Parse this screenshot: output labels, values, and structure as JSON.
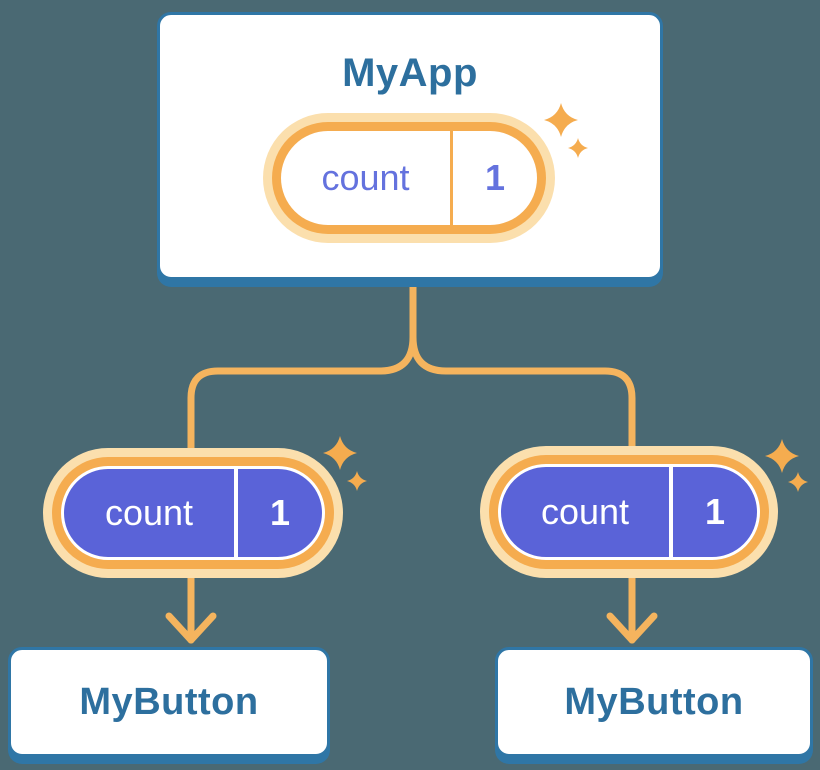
{
  "diagram": {
    "title_hint": "component tree with shared state",
    "root": {
      "title": "MyApp",
      "state": {
        "name": "count",
        "value": "1"
      }
    },
    "children": [
      {
        "title": "MyButton",
        "state": {
          "name": "count",
          "value": "1"
        }
      },
      {
        "title": "MyButton",
        "state": {
          "name": "count",
          "value": "1"
        }
      }
    ]
  },
  "icons": {
    "sparkles": "sparkles-icon",
    "arrow": "arrow-down-icon"
  },
  "colors": {
    "background": "#4A6973",
    "card_fill": "#FFFFFF",
    "card_border_blue": "#2F76A6",
    "title_text_blue": "#2D6F9E",
    "connector_orange": "#F5B45E",
    "ring_orange": "#F5AC4F",
    "ring_light_orange": "#FBDFAD",
    "pill_purple": "#5A63D8",
    "state_text_purple": "#6472DE",
    "state_text_white": "#FFFFFF"
  }
}
